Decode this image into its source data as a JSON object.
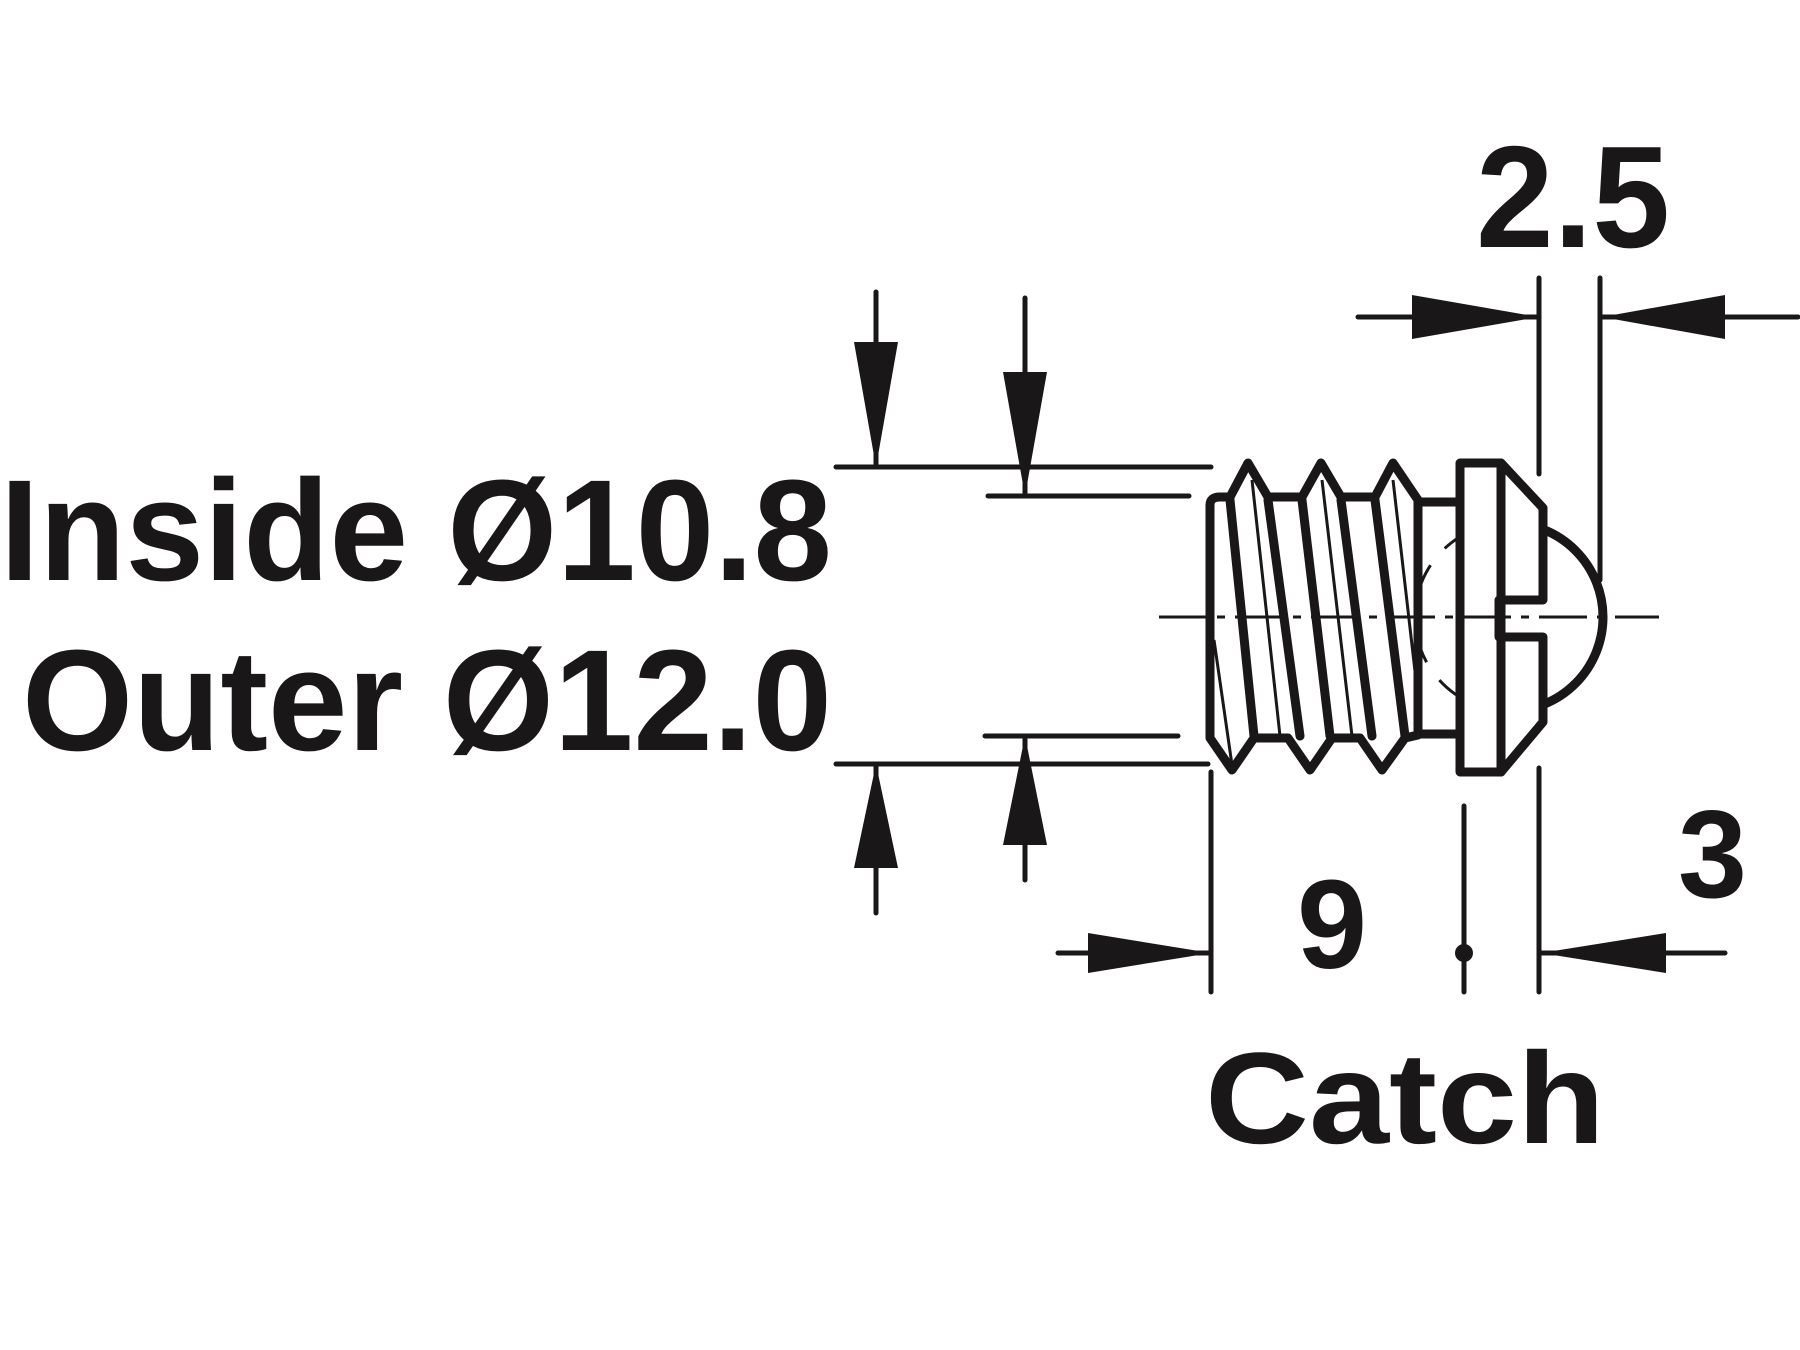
{
  "drawing": {
    "inside_label": "Inside Ø10.8",
    "outer_label": "Outer Ø12.0",
    "dim_head_thickness": "2.5",
    "dim_body_length": "9",
    "dim_head_length": "3",
    "part_name": "Catch"
  },
  "colors": {
    "ink": "#1a1718",
    "background": "#ffffff"
  }
}
